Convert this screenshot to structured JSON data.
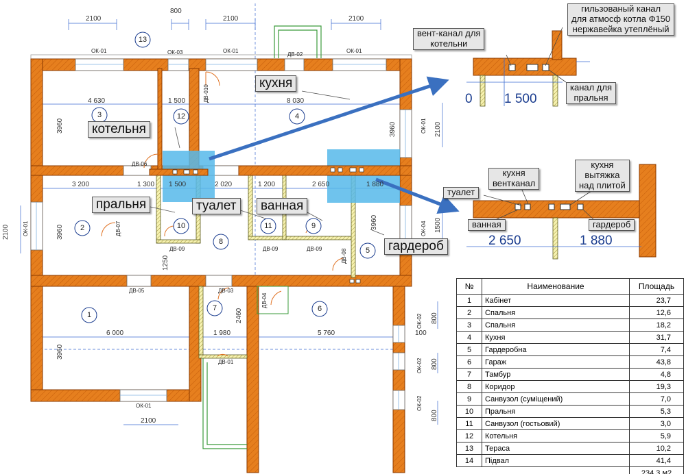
{
  "dims": {
    "top_2100_a": "2100",
    "top_800": "800",
    "top_2100_b": "2100",
    "top_2100_c": "2100",
    "d_4630": "4 630",
    "d_1500": "1 500",
    "d_8030": "8 030",
    "d_3200": "3 200",
    "d_1300": "1 300",
    "d_1500b": "1 500",
    "d_2020": "2 020",
    "d_1200": "1 200",
    "d_2650": "2 650",
    "d_1880": "1 880",
    "d_6000": "6 000",
    "d_1980": "1 980",
    "d_5760": "5 760",
    "d_100": "100",
    "v_3960_a": "3960",
    "v_3960_b": "3960",
    "v_3960_c": "3960",
    "v_3960_d": "3960",
    "v_3960_e": "3960",
    "v_2100_left": "2100",
    "v_2100_right": "2100",
    "v_1500": "1500",
    "v_1250": "1250",
    "v_2460": "2460",
    "v_800_a": "800",
    "v_800_b": "800",
    "v_800_c": "800",
    "bottom_2100": "2100"
  },
  "tags": {
    "ok01_a": "ОК-01",
    "ok03": "ОК-03",
    "ok01_b": "ОК-01",
    "dv02": "ДВ-02",
    "ok01_c": "ОК-01",
    "dv010": "ДВ-010",
    "dv06": "ДВ-06",
    "ok01_left": "ОК-01",
    "ok01_right": "ОК-01",
    "dv07": "ДВ-07",
    "dv09_a": "ДВ-09",
    "dv09_b": "ДВ-09",
    "dv09_c": "ДВ-09",
    "dv08": "ДВ-08",
    "ok04": "ОК-04",
    "dv05": "ДВ-05",
    "dv03": "ДВ-03",
    "dv04": "ДВ-04",
    "ok02_a": "ОК-02",
    "ok02_b": "ОК-02",
    "ok02_c": "ОК-02",
    "dv01": "ДВ-01",
    "ok01_bottom": "ОК-01"
  },
  "rooms": [
    "1",
    "2",
    "3",
    "4",
    "5",
    "6",
    "7",
    "8",
    "9",
    "10",
    "11",
    "12",
    "13"
  ],
  "labels": {
    "kitchen": "кухня",
    "boiler": "котельня",
    "laundry": "пральня",
    "toilet": "туалет",
    "bath": "ванная",
    "wardrobe": "гардероб"
  },
  "detail_top": {
    "vent_boiler": "вент-канал для\nкотельни",
    "sleeved": "гильзованый канал\nдля атмосф котла Ф150\nнержавейка утеплёный",
    "laundry_channel": "канал для\nпральня",
    "dim_0": "0",
    "dim_1500": "1 500"
  },
  "detail_bottom": {
    "toilet": "туалет",
    "kitchen_vent": "кухня\nвентканал",
    "kitchen_hood": "кухня\nвытяжка\nнад плитой",
    "bath": "ванная",
    "wardrobe": "гардероб",
    "dim_2650": "2 650",
    "dim_1880": "1 880"
  },
  "area_table": {
    "headers": [
      "№",
      "Наименование",
      "Площадь"
    ],
    "rows": [
      [
        "1",
        "Кабінет",
        "23,7"
      ],
      [
        "2",
        "Спальня",
        "12,6"
      ],
      [
        "3",
        "Спальня",
        "18,2"
      ],
      [
        "4",
        "Кухня",
        "31,7"
      ],
      [
        "5",
        "Гардеробна",
        "7,4"
      ],
      [
        "6",
        "Гараж",
        "43,8"
      ],
      [
        "7",
        "Тамбур",
        "4,8"
      ],
      [
        "8",
        "Коридор",
        "19,3"
      ],
      [
        "9",
        "Санвузол (суміщений)",
        "7,0"
      ],
      [
        "10",
        "Пральня",
        "5,3"
      ],
      [
        "11",
        "Санвузол (гостьовий)",
        "3,0"
      ],
      [
        "12",
        "Котельня",
        "5,9"
      ],
      [
        "13",
        "Тераса",
        "10,2"
      ],
      [
        "14",
        "Підвал",
        "41,4"
      ]
    ],
    "total": "234,3 м2"
  },
  "colors": {
    "wall": "#e67f1e",
    "wall_edge": "#8a3a00",
    "highlight": "#56b8ea",
    "arrow": "#3a70c0",
    "dim_line": "#3a6ad0",
    "partition": "#f4f2a6"
  }
}
